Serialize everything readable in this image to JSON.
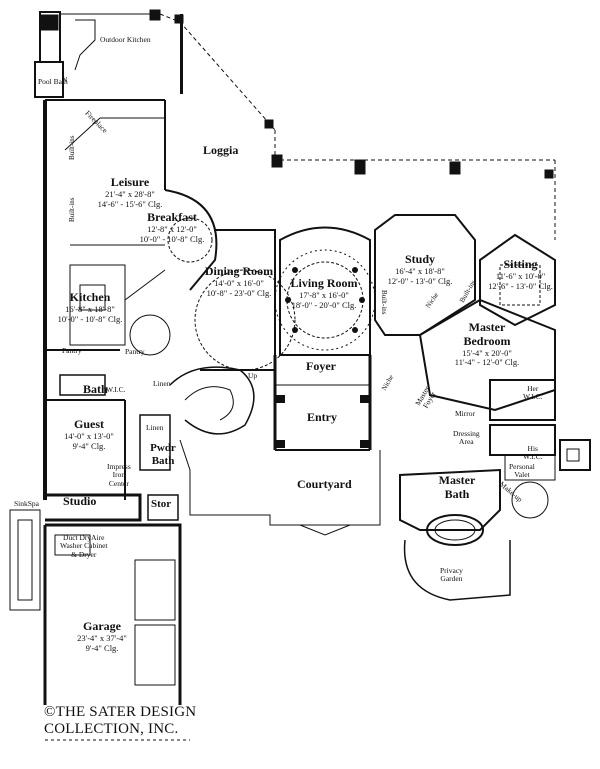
{
  "rooms": {
    "outdoor_kitchen": "Outdoor Kitchen",
    "pool_bath": "Pool Bath",
    "fireplace": "Fireplace",
    "loggia": "Loggia",
    "leisure": {
      "name": "Leisure",
      "dim": "21'-4\" x 28'-8\"",
      "clg": "14'-6\" - 15'-6\" Clg."
    },
    "breakfast": {
      "name": "Breakfast",
      "dim": "12'-8\" x 12'-0\"",
      "clg": "10'-0\" - 10'-8\" Clg."
    },
    "kitchen": {
      "name": "Kitchen",
      "dim": "16'-8\" x 18'-8\"",
      "clg": "10'-0\" - 10'-8\" Clg."
    },
    "dining": {
      "name": "Dining Room",
      "dim": "14'-0\" x 16'-0\"",
      "clg": "10'-8\" - 23'-0\" Clg."
    },
    "living": {
      "name": "Living Room",
      "dim": "17'-8\" x 16'-0\"",
      "clg": "18'-0\" - 20'-0\" Clg."
    },
    "study": {
      "name": "Study",
      "dim": "16'-4\" x 18'-8\"",
      "clg": "12'-0\" - 13'-0\" Clg."
    },
    "sitting": {
      "name": "Sitting",
      "dim": "11'-6\" x 10'-0\"",
      "clg": "12'-6\" - 13'-0\" Clg."
    },
    "master_bedroom": {
      "name1": "Master",
      "name2": "Bedroom",
      "dim": "15'-4\" x 20'-0\"",
      "clg": "11'-4\" - 12'-0\" Clg."
    },
    "foyer": "Foyer",
    "entry": "Entry",
    "courtyard": "Courtyard",
    "guest": {
      "name": "Guest",
      "dim": "14'-0\" x 13'-0\"",
      "clg": "9'-4\" Clg."
    },
    "bath": "Bath",
    "wic": "W.I.C.",
    "linen": "Linen",
    "linen2": "Linen",
    "pantry": "Pantry",
    "pantry2": "Pantry",
    "pwdr_bath": {
      "l1": "Pwdr",
      "l2": "Bath"
    },
    "impress": {
      "l1": "Impress",
      "l2": "Iron",
      "l3": "Center"
    },
    "studio": "Studio",
    "sinkspa": "SinkSpa",
    "stor": "Stor",
    "laundry": {
      "l1": "Duct  DryAire",
      "l2": "Washer Cabinet",
      "l3": "& Dryer"
    },
    "garage": {
      "name": "Garage",
      "dim": "23'-4\" x 37'-4\"",
      "clg": "9'-4\" Clg."
    },
    "her_wic": {
      "l1": "Her",
      "l2": "W.I.C."
    },
    "his_wic": {
      "l1": "His",
      "l2": "W.I.C."
    },
    "mirror": "Mirror",
    "dressing": {
      "l1": "Dressing",
      "l2": "Area"
    },
    "personal_valet": {
      "l1": "Personal",
      "l2": "Valet"
    },
    "master_bath": {
      "l1": "Master",
      "l2": "Bath"
    },
    "master_foyer": {
      "l1": "Master",
      "l2": "Foyer"
    },
    "privacy_garden": {
      "l1": "Privacy",
      "l2": "Garden"
    },
    "builtins": "Built-ins",
    "niche": "Niche",
    "up": "Up",
    "make_up": "Make-up",
    "n": "N"
  },
  "copyright": {
    "line1": "©THE SATER DESIGN",
    "line2": "COLLECTION, INC."
  }
}
